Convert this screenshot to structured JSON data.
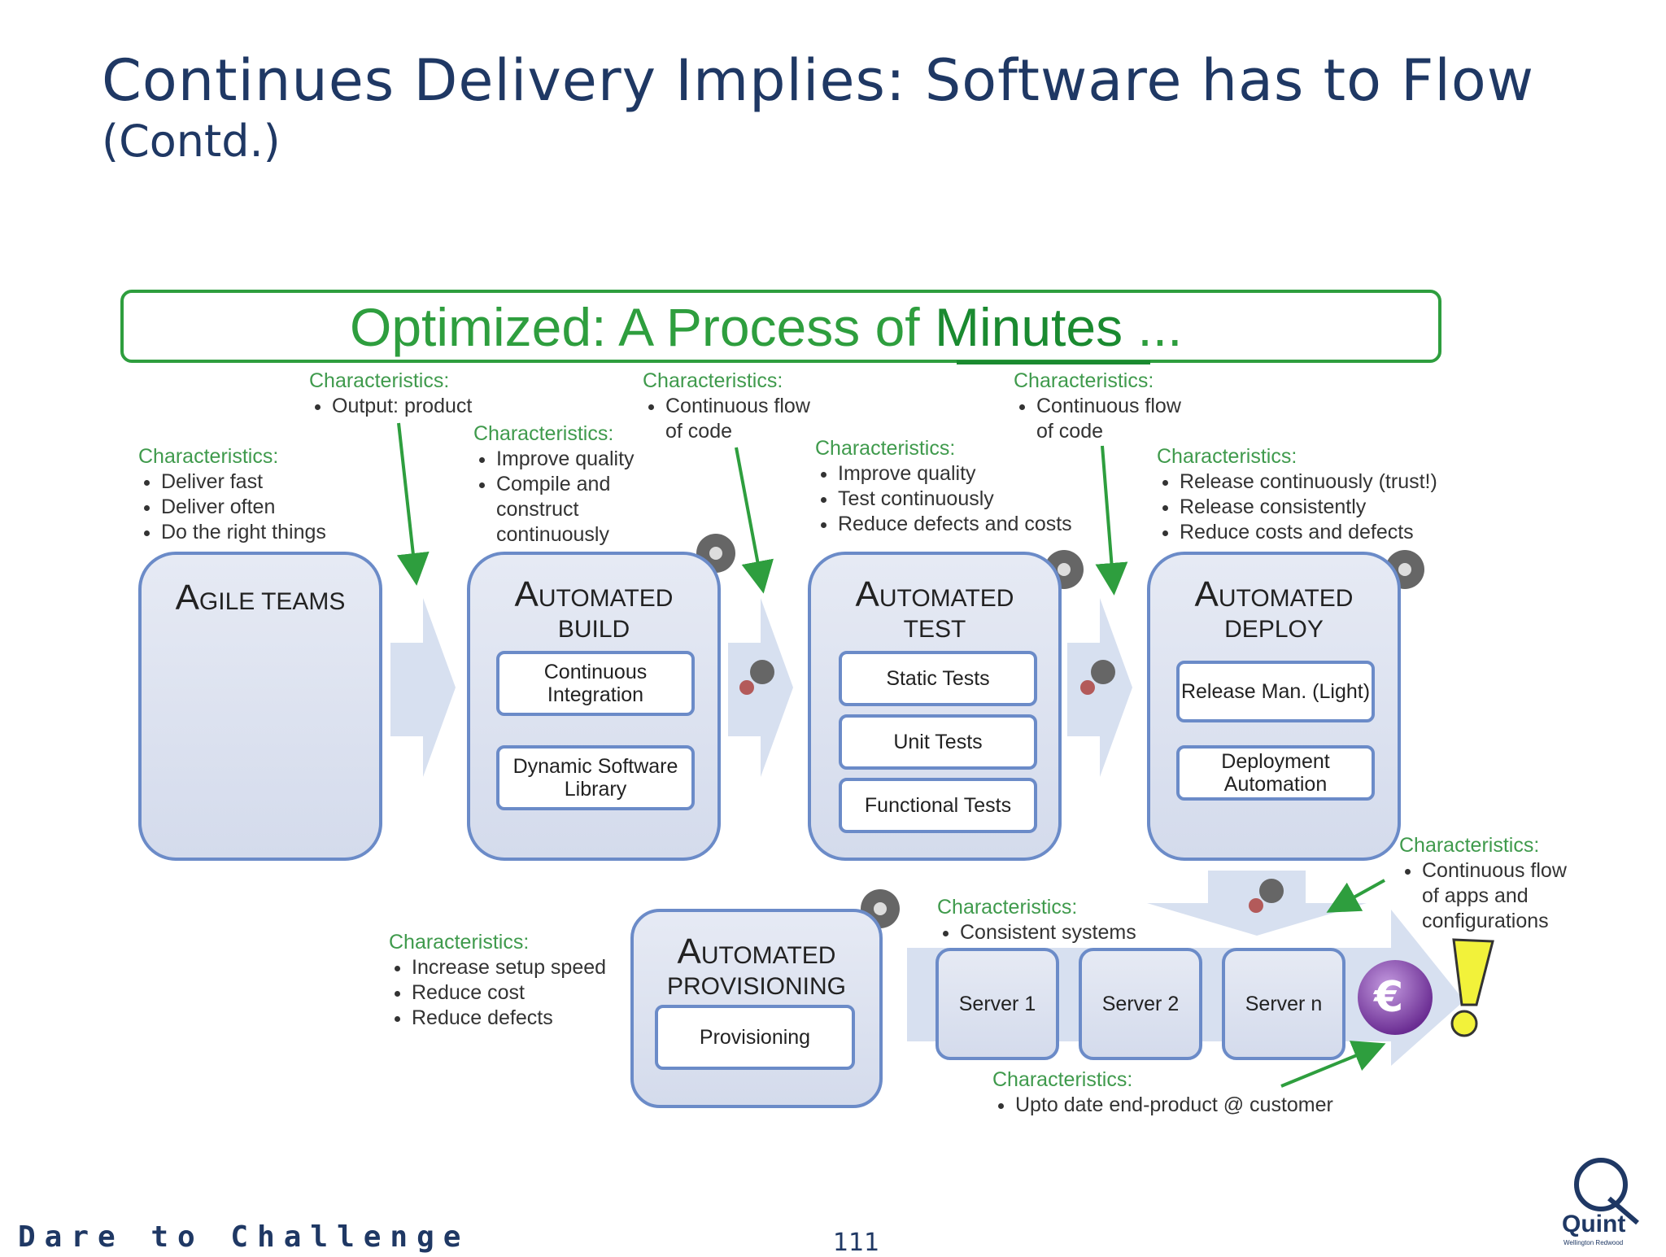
{
  "slide": {
    "title": "Continues Delivery Implies: Software has to Flow",
    "subtitle": "(Contd.)",
    "footer_tagline": "Dare to Challenge",
    "page_number": "111",
    "logo_text": "Quint",
    "logo_subtext": "Wellington Redwood"
  },
  "diagram": {
    "banner": {
      "prefix": "Optimized: A Process of ",
      "emphasis": "Minutes",
      "suffix": " ..."
    },
    "characteristics": {
      "agile": {
        "title": "Characteristics:",
        "items": [
          "Deliver fast",
          "Deliver often",
          "Do the right things"
        ]
      },
      "output": {
        "title": "Characteristics:",
        "items": [
          "Output: product"
        ]
      },
      "build": {
        "title": "Characteristics:",
        "items": [
          "Improve quality",
          "Compile and construct continuously"
        ]
      },
      "flow1": {
        "title": "Characteristics:",
        "items": [
          "Continuous flow of code"
        ]
      },
      "test": {
        "title": "Characteristics:",
        "items": [
          "Improve quality",
          "Test continuously",
          "Reduce defects and costs"
        ]
      },
      "flow2": {
        "title": "Characteristics:",
        "items": [
          "Continuous flow of code"
        ]
      },
      "deploy": {
        "title": "Characteristics:",
        "items": [
          "Release continuously (trust!)",
          "Release consistently",
          "Reduce costs and defects"
        ]
      },
      "apps": {
        "title": "Characteristics:",
        "items": [
          "Continuous flow of apps and configurations"
        ]
      },
      "servers": {
        "title": "Characteristics:",
        "items": [
          "Consistent systems"
        ]
      },
      "provisioning": {
        "title": "Characteristics:",
        "items": [
          "Increase setup speed",
          "Reduce cost",
          "Reduce defects"
        ]
      },
      "customer": {
        "title": "Characteristics:",
        "items": [
          "Upto date end-product @ customer"
        ]
      }
    },
    "stages": {
      "agile": {
        "title_big": "A",
        "title_rest": "GILE TEAMS"
      },
      "build": {
        "title_big": "A",
        "title_rest": "UTOMATED",
        "title_line2": "BUILD",
        "boxes": [
          "Continuous Integration",
          "Dynamic Software Library"
        ]
      },
      "test": {
        "title_big": "A",
        "title_rest": "UTOMATED",
        "title_line2": "TEST",
        "boxes": [
          "Static Tests",
          "Unit Tests",
          "Functional Tests"
        ]
      },
      "deploy": {
        "title_big": "A",
        "title_rest": "UTOMATED",
        "title_line2": "DEPLOY",
        "boxes": [
          "Release Man. (Light)",
          "Deployment Automation"
        ]
      },
      "provisioning": {
        "title_big": "A",
        "title_rest": "UTOMATED",
        "title_line2": "PROVISIONING",
        "boxes": [
          "Provisioning"
        ]
      }
    },
    "servers": [
      "Server 1",
      "Server 2",
      "Server n"
    ],
    "euro_symbol": "€",
    "exclamation": "!",
    "colors": {
      "accent_green": "#2e9e3e",
      "stage_border": "#6b8bc8",
      "title_blue": "#1f3864",
      "euro_purple": "#7b3fa0"
    }
  }
}
